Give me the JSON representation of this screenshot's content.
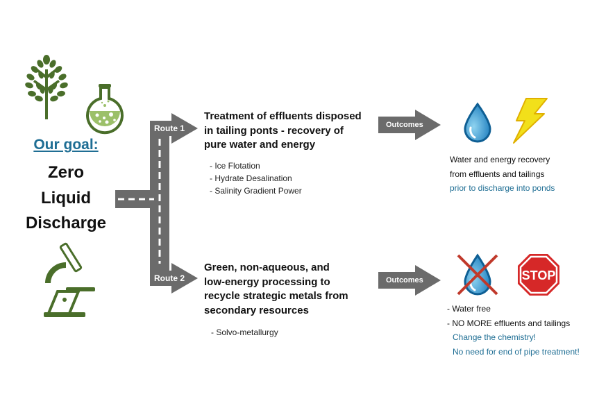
{
  "goal": {
    "heading": "Our goal:",
    "lines": [
      "Zero",
      "Liquid",
      "Discharge"
    ]
  },
  "route1": {
    "label": "Route 1",
    "title_lines": [
      "Treatment of effluents disposed",
      "in tailing ponts - recovery of",
      "pure water and energy"
    ],
    "methods": [
      "- Ice Flotation",
      "- Hydrate Desalination",
      "- Salinity Gradient Power"
    ],
    "outcome_label": "Outcomes",
    "outcomes": [
      "Water and energy recovery",
      "from effluents and tailings"
    ],
    "outcome_note": "prior to discharge into ponds"
  },
  "route2": {
    "label": "Route 2",
    "title_lines": [
      "Green, non-aqueous, and",
      "low-energy processing to",
      "recycle strategic metals from",
      "secondary resources"
    ],
    "methods": [
      "- Solvo-metallurgy"
    ],
    "outcome_label": "Outcomes",
    "outcomes": [
      "- Water free",
      "- NO MORE effluents and tailings"
    ],
    "outcome_notes": [
      "Change the chemistry!",
      "No need for end of pipe treatment!"
    ]
  },
  "stop_sign_text": "STOP",
  "icons": [
    "tree-icon",
    "flask-icon",
    "microscope-icon",
    "water-drop-icon",
    "lightning-icon",
    "crossed-water-drop-icon",
    "stop-sign-icon"
  ],
  "colors": {
    "goal_heading": "#1f6e94",
    "accent_text": "#1f6e94",
    "road": "#6b6b6b",
    "plant_green": "#4a6e2a",
    "drop_blue": "#2a8fc4",
    "bolt_yellow": "#f2e01a",
    "cross_red": "#c0392b",
    "stop_red": "#d62828"
  }
}
